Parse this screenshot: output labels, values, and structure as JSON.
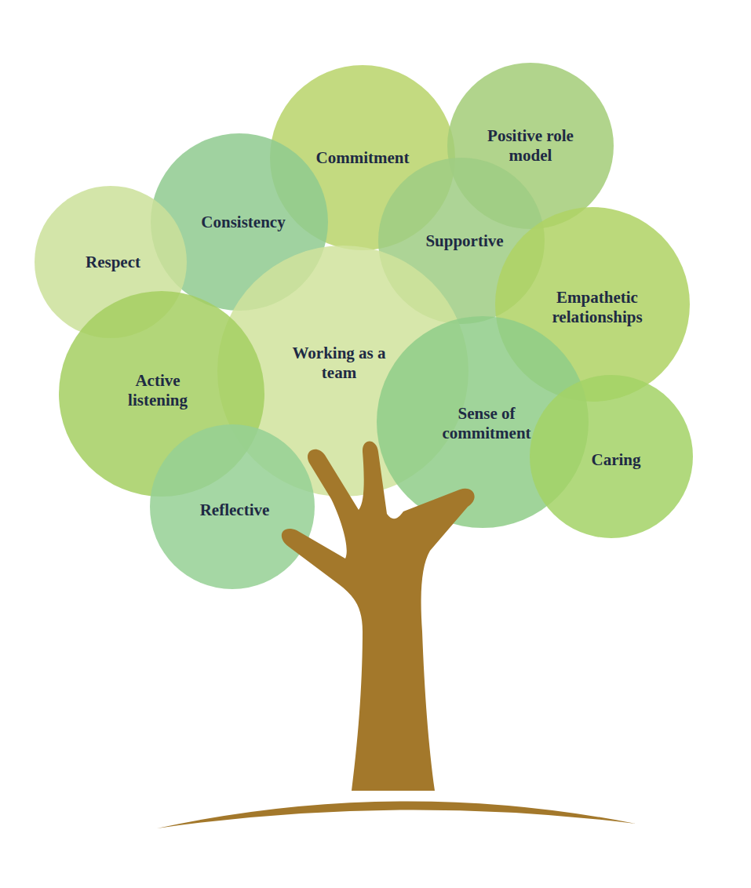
{
  "diagram": {
    "nodes": [
      {
        "text": [
          "Commitment"
        ]
      },
      {
        "text": [
          "Positive role model"
        ]
      },
      {
        "text": [
          "Consistency"
        ]
      },
      {
        "text": [
          "Supportive"
        ]
      },
      {
        "text": [
          "Respect"
        ]
      },
      {
        "text": [
          "Empathetic relationships"
        ]
      },
      {
        "text": [
          "Working as a team"
        ]
      },
      {
        "text": [
          "Active listening"
        ]
      },
      {
        "text": [
          "Sense of commitment"
        ]
      },
      {
        "text": [
          "Caring"
        ]
      },
      {
        "text": [
          "Reflective"
        ]
      }
    ]
  }
}
